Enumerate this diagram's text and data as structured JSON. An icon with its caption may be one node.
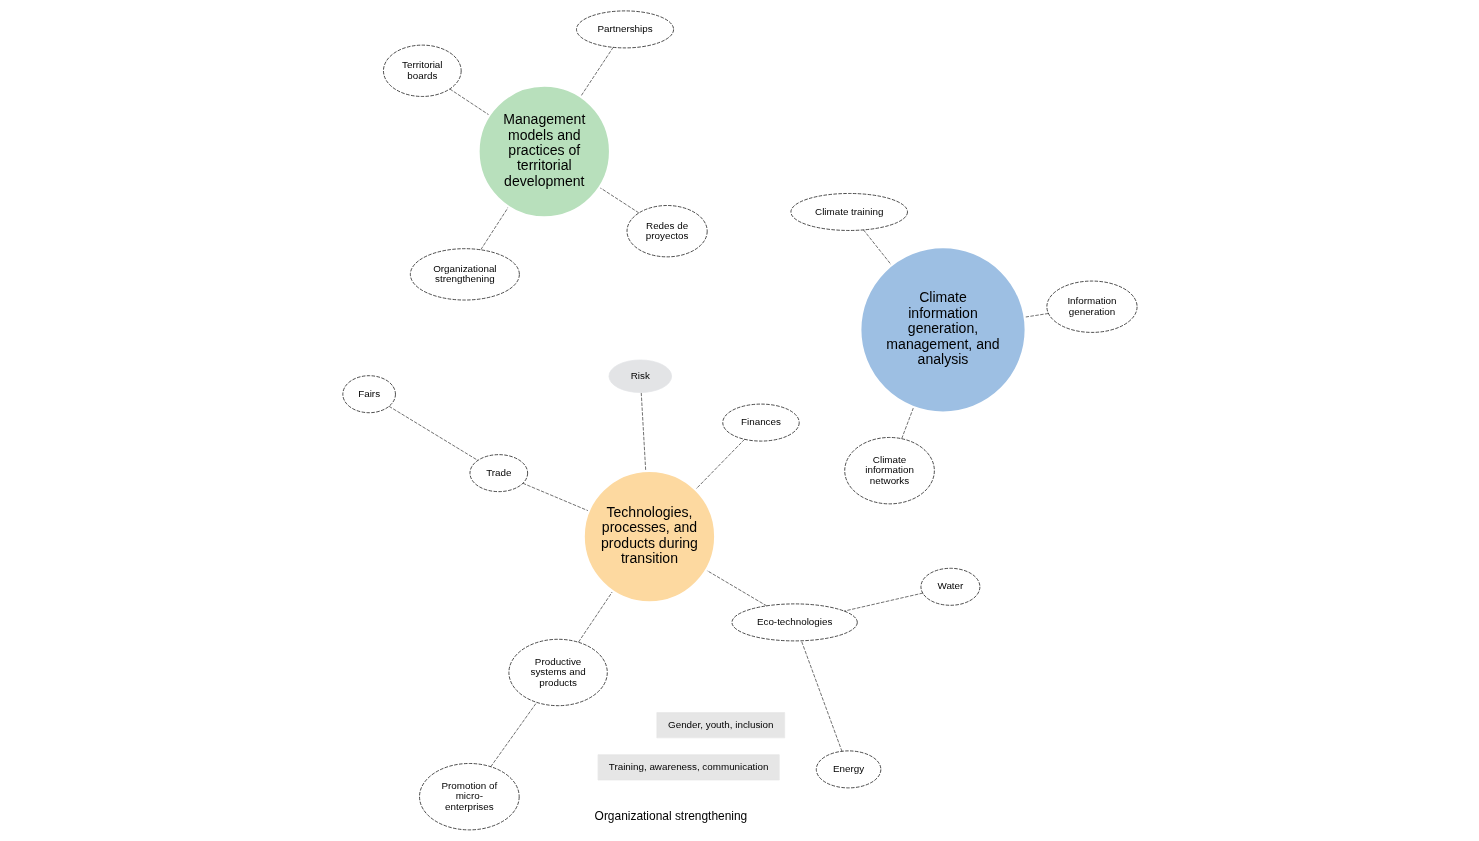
{
  "diagram": {
    "nodes": [
      {
        "text": [
          "Climate information generation, management, and analysis"
        ]
      },
      {
        "text": [
          "Information generation"
        ]
      },
      {
        "text": [
          "Climate information networks"
        ]
      },
      {
        "text": [
          "Climate training"
        ]
      },
      {
        "text": [
          "Management models and practices of territorial development"
        ]
      },
      {
        "text": [
          "Redes de proyectos"
        ]
      },
      {
        "text": [
          "Organizational strengthening"
        ]
      },
      {
        "text": [
          "Territorial boards"
        ]
      },
      {
        "text": [
          "Partnerships"
        ]
      },
      {
        "text": [
          "Technologies, processes, and products during transition"
        ]
      },
      {
        "text": [
          "Finances"
        ]
      },
      {
        "text": [
          "Trade"
        ]
      },
      {
        "text": [
          "Fairs"
        ]
      },
      {
        "text": [
          "Risk"
        ]
      },
      {
        "text": [
          "Eco-technologies"
        ]
      },
      {
        "text": [
          "Energy"
        ]
      },
      {
        "text": [
          "Water"
        ]
      },
      {
        "text": [
          "Productive systems and products"
        ]
      },
      {
        "text": [
          "Promotion of micro-enterprises"
        ]
      },
      {
        "text": [
          "Training, awareness, communication"
        ]
      },
      {
        "text": [
          "Gender, youth, inclusion"
        ]
      }
    ],
    "edges": [
      {
        "from": 1,
        "to": 0,
        "arrow": "none",
        "style": "dashed"
      },
      {
        "from": 2,
        "to": 0,
        "arrow": "none",
        "style": "dashed"
      },
      {
        "from": 3,
        "to": 0,
        "arrow": "none",
        "style": "dashed"
      },
      {
        "from": 5,
        "to": 4,
        "arrow": "none",
        "style": "dashed"
      },
      {
        "from": 6,
        "to": 4,
        "arrow": "none",
        "style": "dashed"
      },
      {
        "from": 7,
        "to": 4,
        "arrow": "none",
        "style": "dashed"
      },
      {
        "from": 8,
        "to": 4,
        "arrow": "none",
        "style": "dashed"
      },
      {
        "from": 10,
        "to": 9,
        "arrow": "none",
        "style": "dashed"
      },
      {
        "from": 11,
        "to": 9,
        "arrow": "none",
        "style": "dashed"
      },
      {
        "from": 12,
        "to": 11,
        "arrow": "none",
        "style": "dashed"
      },
      {
        "from": 13,
        "to": 9,
        "arrow": "none",
        "style": "dashed"
      },
      {
        "from": 14,
        "to": 9,
        "arrow": "none",
        "style": "dashed"
      },
      {
        "from": 15,
        "to": 14,
        "arrow": "none",
        "style": "dashed"
      },
      {
        "from": 16,
        "to": 14,
        "arrow": "none",
        "style": "dashed"
      },
      {
        "from": 17,
        "to": 9,
        "arrow": "none",
        "style": "dashed"
      },
      {
        "from": 18,
        "to": 17,
        "arrow": "none",
        "style": "dashed"
      }
    ],
    "labels": [
      "Organizational strengthening"
    ]
  }
}
